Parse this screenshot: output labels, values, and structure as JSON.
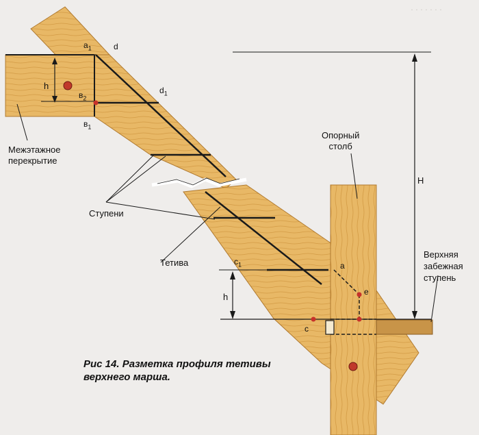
{
  "labels": {
    "floor": [
      "Межэтажное",
      "перекрытие"
    ],
    "steps": "Ступени",
    "stringer": "Тетива",
    "post": [
      "Опорный",
      "столб"
    ],
    "top_step": [
      "Верхняя",
      "забежная",
      "ступень"
    ],
    "h_left": "h",
    "h_mid": "h",
    "H": "H"
  },
  "points": {
    "a1": "a",
    "a1_sub": "1",
    "d": "d",
    "d1": "d",
    "d1_sub": "1",
    "b2": "в",
    "b2_sub": "2",
    "b1": "в",
    "b1_sub": "1",
    "c1": "c",
    "c1_sub": "1",
    "a": "a",
    "e": "e",
    "c": "c"
  },
  "caption": [
    "Рис 14. Разметка профиля тетивы",
    "верхнего марша."
  ],
  "colors": {
    "wood": "#e6b45e",
    "wood_dark": "#c98d3a",
    "line": "#1a1a1a",
    "marker": "#c7322b"
  }
}
